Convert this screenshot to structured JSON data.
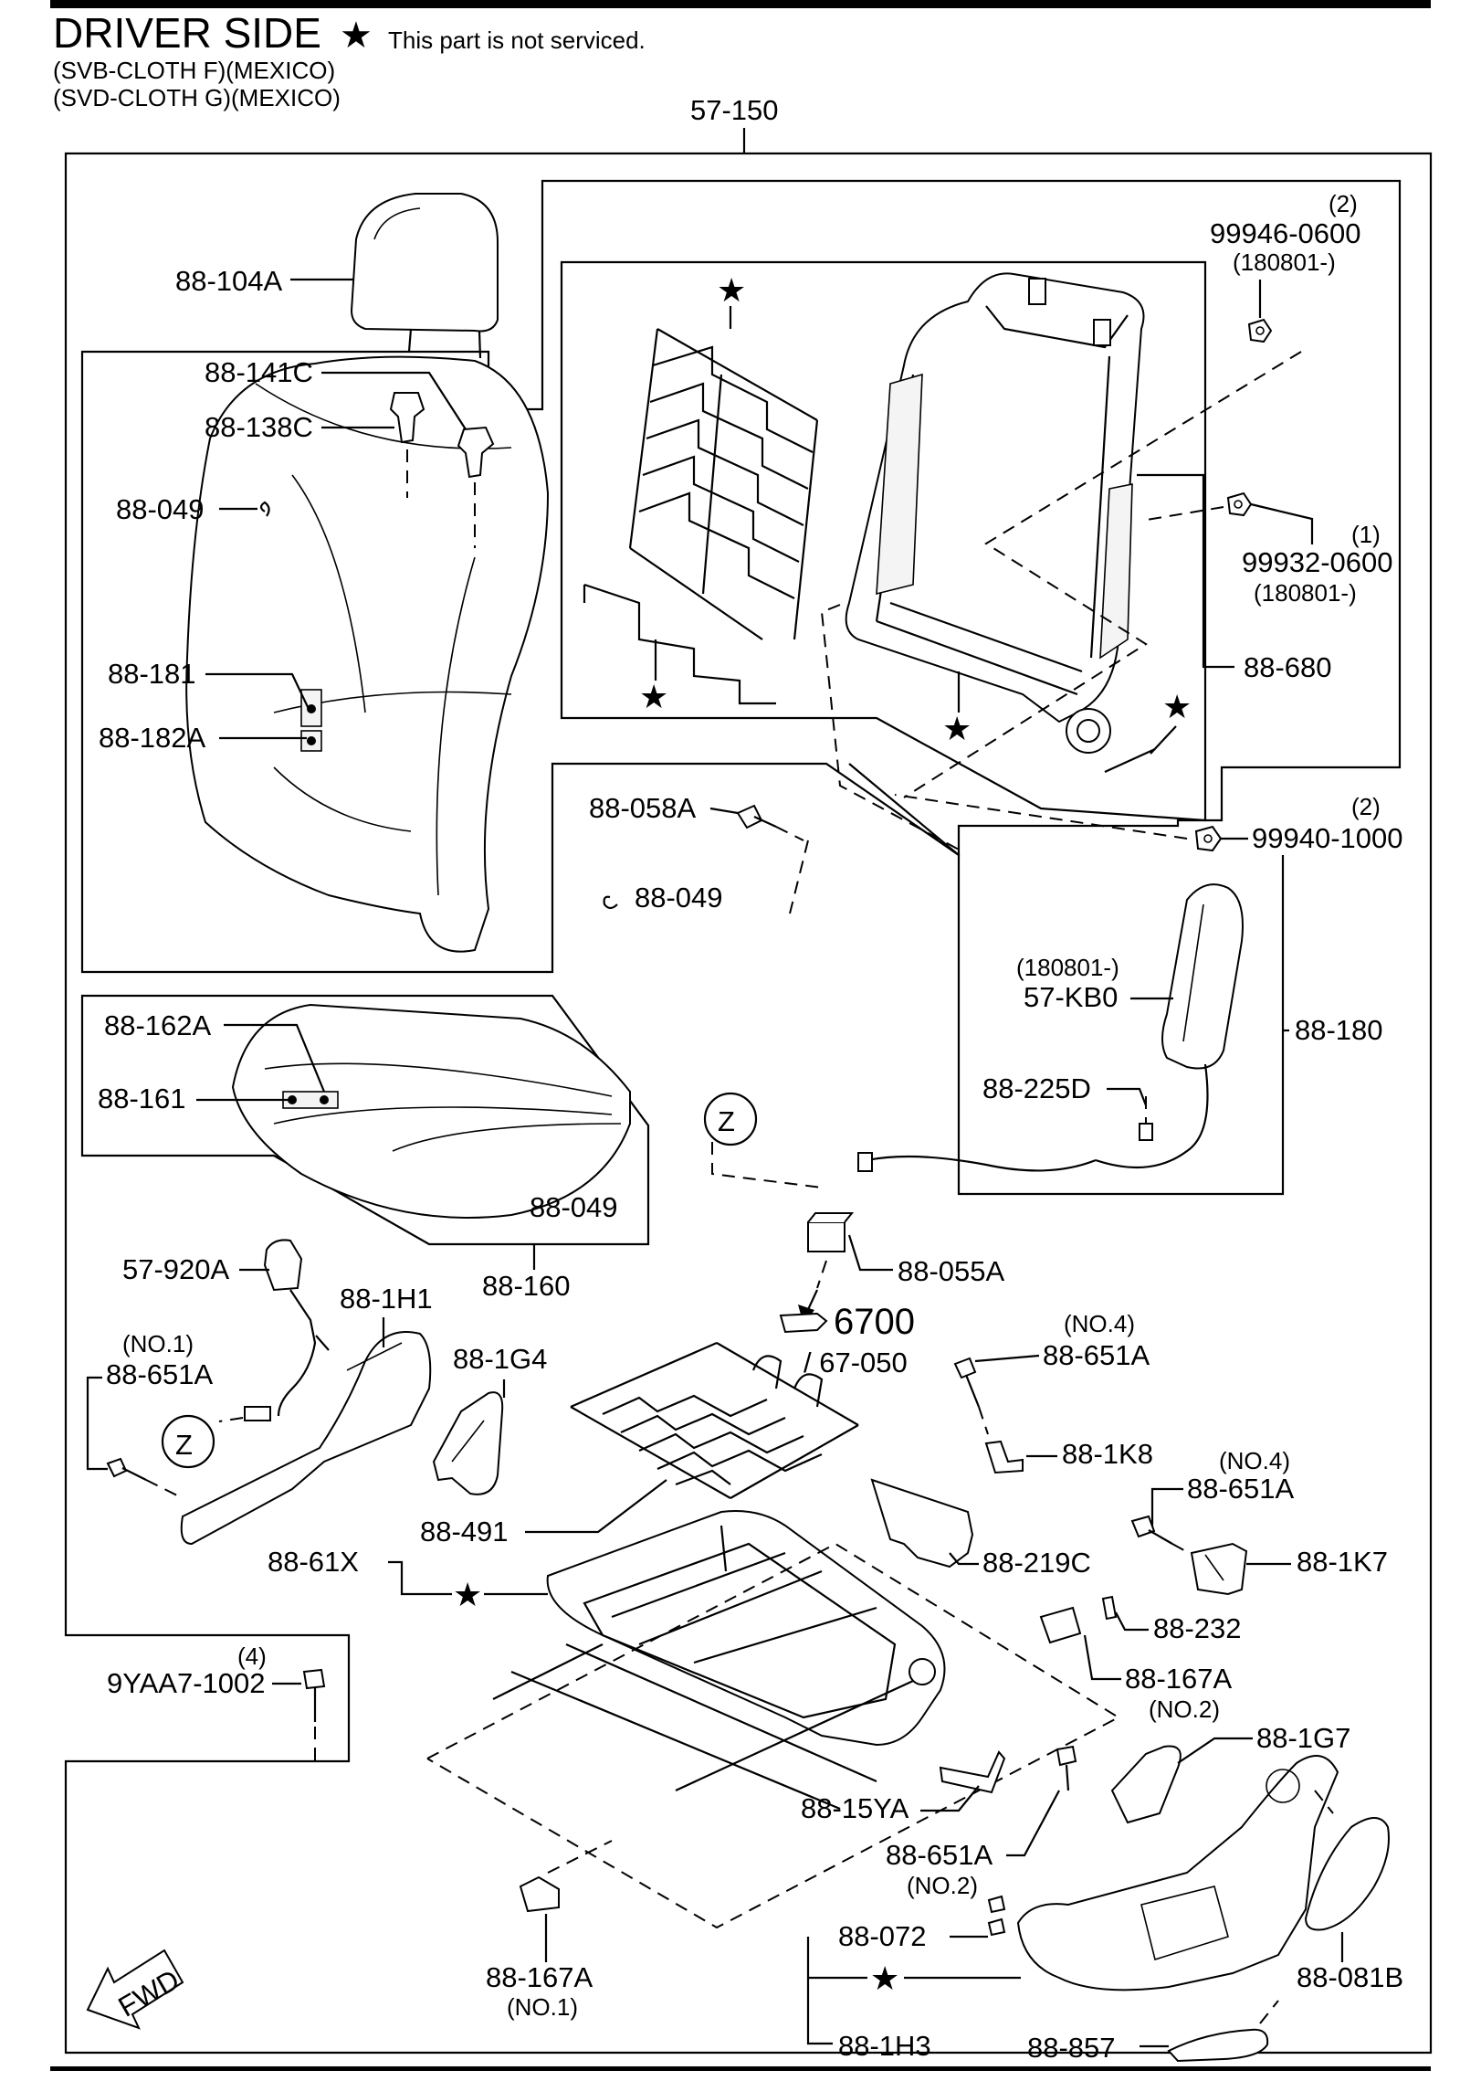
{
  "header": {
    "title": "DRIVER SIDE",
    "star_note": "This part is not serviced.",
    "variants": [
      "(SVB-CLOTH F)(MEXICO)",
      "(SVD-CLOTH G)(MEXICO)"
    ]
  },
  "labels": {
    "l_57_150": "57-150",
    "l_88_104A": "88-104A",
    "l_88_141C": "88-141C",
    "l_88_138C": "88-138C",
    "l_88_049_a": "88-049",
    "l_88_181": "88-181",
    "l_88_182A": "88-182A",
    "l_q2_top": "(2)",
    "l_99946": "99946-0600",
    "l_180801_a": "(180801-)",
    "l_q1": "(1)",
    "l_99932": "99932-0600",
    "l_180801_b": "(180801-)",
    "l_88_680": "88-680",
    "l_q2_mid": "(2)",
    "l_99940": "99940-1000",
    "l_88_058A": "88-058A",
    "l_88_049_b": "88-049",
    "l_180801_c": "(180801-)",
    "l_57_KB0": "57-KB0",
    "l_88_180": "88-180",
    "l_88_225D": "88-225D",
    "l_88_162A": "88-162A",
    "l_88_161": "88-161",
    "l_88_049_c": "88-049",
    "l_88_160": "88-160",
    "l_z_top": "Z",
    "l_88_055A": "88-055A",
    "l_6700": "6700",
    "l_67_050": "/ 67-050",
    "l_57_920A": "57-920A",
    "l_88_1H1": "88-1H1",
    "l_no1_a": "(NO.1)",
    "l_88_651A_a": "88-651A",
    "l_z_bot": "Z",
    "l_88_1G4": "88-1G4",
    "l_no4_a": "(NO.4)",
    "l_88_651A_b": "88-651A",
    "l_88_1K8": "88-1K8",
    "l_no4_b": "(NO.4)",
    "l_88_651A_c": "88-651A",
    "l_88_491": "88-491",
    "l_88_61X": "88-61X",
    "l_88_219C": "88-219C",
    "l_88_1K7": "88-1K7",
    "l_88_232": "88-232",
    "l_q4": "(4)",
    "l_9YAA7": "9YAA7-1002",
    "l_88_167A_a": "88-167A",
    "l_no2_a": "(NO.2)",
    "l_88_1G7": "88-1G7",
    "l_88_15YA": "88-15YA",
    "l_88_651A_d": "88-651A",
    "l_no2_b": "(NO.2)",
    "l_88_072": "88-072",
    "l_88_167A_b": "88-167A",
    "l_no1_b": "(NO.1)",
    "l_88_081B": "88-081B",
    "l_88_1H3": "88-1H3",
    "l_88_857": "88-857",
    "l_fwd": "FWD"
  }
}
